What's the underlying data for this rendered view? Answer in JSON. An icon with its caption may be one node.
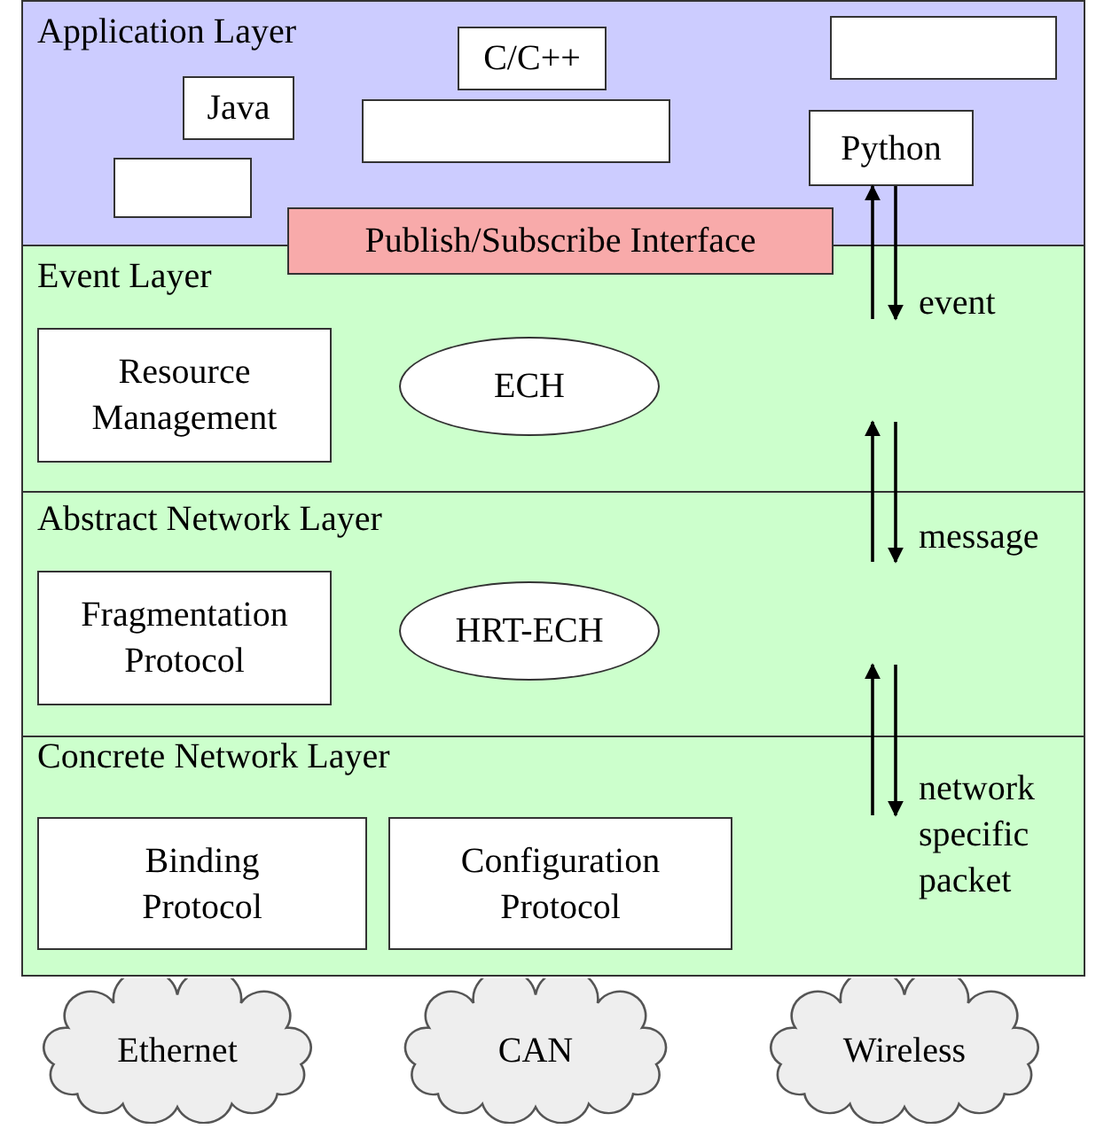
{
  "diagram": {
    "nodes": [
      {
        "text": [
          "Application Layer"
        ]
      },
      {
        "text": [
          "C/C++"
        ],
        "in": 0
      },
      {
        "text": [],
        "shape": "box",
        "in": 0
      },
      {
        "text": [
          "Java"
        ],
        "in": 0
      },
      {
        "text": [],
        "shape": "box",
        "in": 0
      },
      {
        "text": [
          "Python"
        ],
        "in": 0
      },
      {
        "text": [],
        "shape": "box",
        "in": 0
      },
      {
        "text": [
          "Publish/Subscribe Interface"
        ]
      },
      {
        "text": [
          "Event Layer"
        ]
      },
      {
        "text": [
          "Resource Management"
        ],
        "in": 8
      },
      {
        "text": [
          "ECH"
        ],
        "in": 8
      },
      {
        "text": [
          "Abstract Network Layer"
        ]
      },
      {
        "text": [
          "Fragmentation Protocol"
        ],
        "in": 11
      },
      {
        "text": [
          "HRT-ECH"
        ],
        "in": 11
      },
      {
        "text": [
          "Concrete Network Layer"
        ]
      },
      {
        "text": [
          "Binding Protocol"
        ],
        "in": 14
      },
      {
        "text": [
          "Configuration Protocol"
        ],
        "in": 14
      },
      {
        "text": [
          "Ethernet"
        ]
      },
      {
        "text": [
          "CAN"
        ]
      },
      {
        "text": [
          "Wireless"
        ]
      }
    ],
    "edges": [
      {
        "from": null,
        "to": 5,
        "arrow": "to"
      },
      {
        "from": 5,
        "to": null,
        "arrow": "to",
        "label": "event"
      }
    ],
    "labels": [
      "message",
      "network specific packet"
    ]
  }
}
